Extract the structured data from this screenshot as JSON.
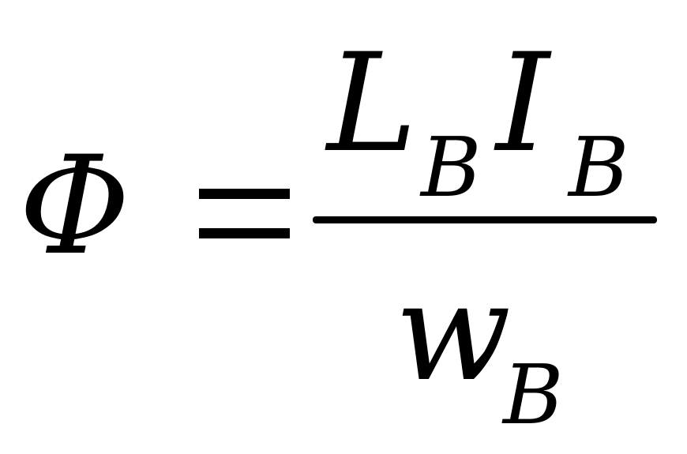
{
  "formula": {
    "lhs": "Φ",
    "operator": "=",
    "numerator": {
      "symbol1": "L",
      "symbol1_subscript": "B",
      "symbol2": "I",
      "symbol2_subscript": "B"
    },
    "denominator": {
      "symbol": "w",
      "subscript": "B"
    }
  }
}
